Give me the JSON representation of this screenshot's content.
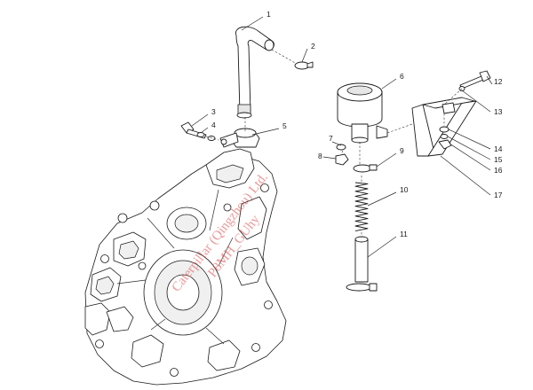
{
  "callouts": [
    "1",
    "2",
    "3",
    "4",
    "5",
    "6",
    "7",
    "8",
    "9",
    "10",
    "11",
    "12",
    "13",
    "14",
    "15",
    "16",
    "17"
  ],
  "watermark": {
    "line1": "Caterpillar (Qingzhou) Ltd.",
    "line2": "P8MH_GUhy",
    "color": "#d44444"
  }
}
